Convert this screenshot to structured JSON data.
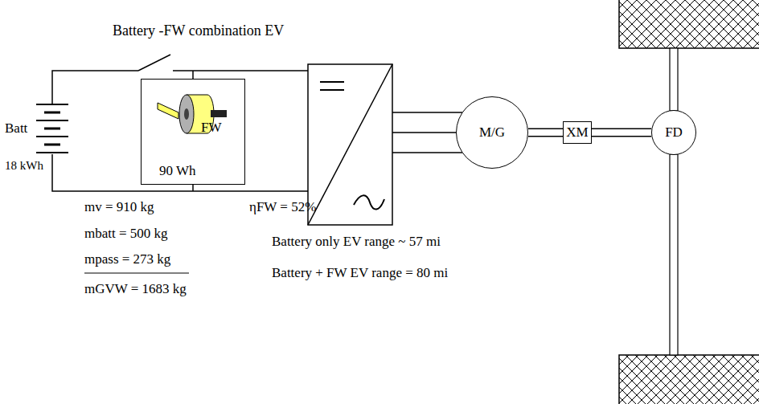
{
  "diagram": {
    "title": "Battery -FW combination EV",
    "nodes": [
      {
        "text": [
          "FW",
          "90 Wh"
        ]
      },
      {
        "text": [
          "M/G"
        ]
      },
      {
        "text": [
          "XM"
        ]
      },
      {
        "text": [
          "FD"
        ]
      }
    ],
    "edges": [
      {
        "from": 1,
        "to": 2,
        "arrow": "none"
      },
      {
        "from": 2,
        "to": 3,
        "arrow": "none"
      }
    ],
    "labels": [
      "Batt",
      "18 kWh",
      "mv = 910 kg",
      "mbatt = 500 kg",
      "mpass = 273 kg",
      "mGVW = 1683 kg",
      "ηFW = 52%",
      "Battery only EV range ~ 57 mi",
      "Battery + FW EV range = 80 mi"
    ]
  }
}
